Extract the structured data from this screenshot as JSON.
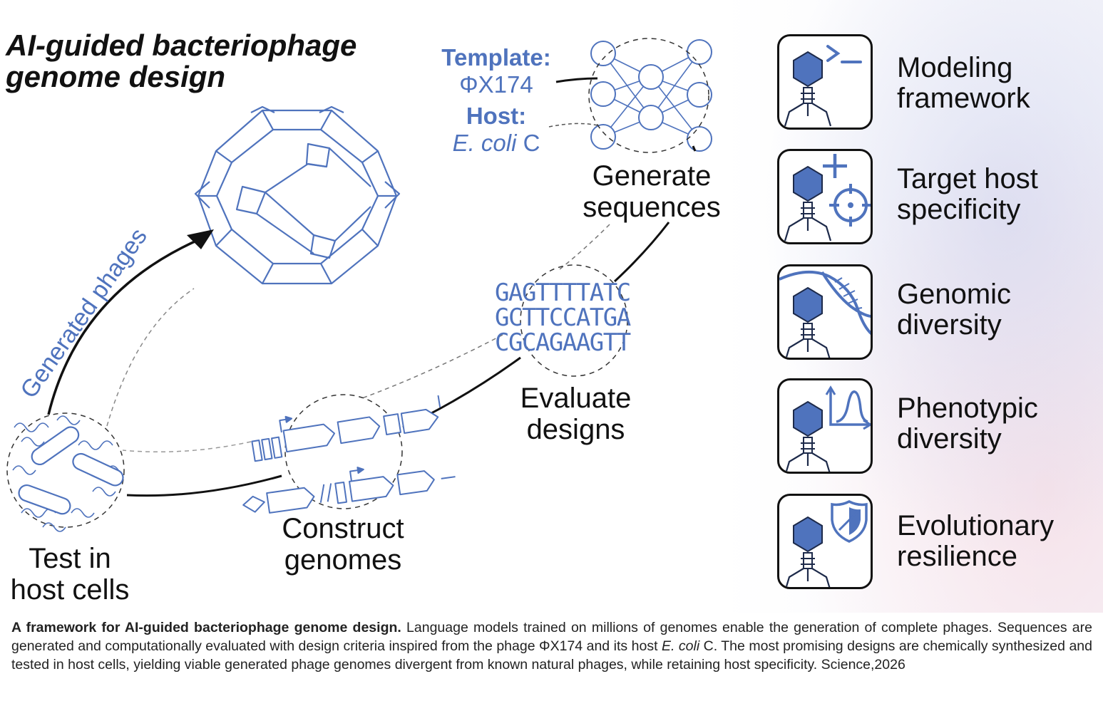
{
  "title": {
    "line1": "AI-guided bacteriophage",
    "line2": "genome design"
  },
  "inputs": {
    "template_label": "Template:",
    "template_value": "ΦX174",
    "host_label": "Host:",
    "host_value_italic": "E. coli",
    "host_value_suffix": " C"
  },
  "steps": {
    "generate": {
      "line1": "Generate",
      "line2": "sequences"
    },
    "evaluate": {
      "line1": "Evaluate",
      "line2": "designs"
    },
    "construct": {
      "line1": "Construct",
      "line2": "genomes"
    },
    "test": {
      "line1": "Test in",
      "line2": "host cells"
    }
  },
  "sequences": [
    "GAGTTTTATC",
    "GCTTCCATGA",
    "CGCAGAAGTT"
  ],
  "arrow_label": "Generated phages",
  "criteria": [
    {
      "icon": "terminal-prompt-icon",
      "line1": "Modeling",
      "line2": "framework"
    },
    {
      "icon": "plus-target-icon",
      "line1": "Target host",
      "line2": "specificity"
    },
    {
      "icon": "dna-helix-icon",
      "line1": "Genomic",
      "line2": "diversity"
    },
    {
      "icon": "distribution-curve-icon",
      "line1": "Phenotypic",
      "line2": "diversity"
    },
    {
      "icon": "shield-icon",
      "line1": "Evolutionary",
      "line2": "resilience"
    }
  ],
  "caption": {
    "title": "A framework for AI-guided bacteriophage genome design.",
    "part1": " Language models trained on millions of genomes enable the generation of complete phages. Sequences are generated and computationally evaluated with design criteria inspired from the phage ΦX174 and its host ",
    "italic": "E. coli",
    "part2": " C. The most promising designs are chemically synthesized and tested in host cells, yielding viable generated phage genomes divergent from known natural phages, while retaining host specificity. Science,2026"
  },
  "colors": {
    "accent_blue": "#4f73bd",
    "ink": "#111111"
  }
}
